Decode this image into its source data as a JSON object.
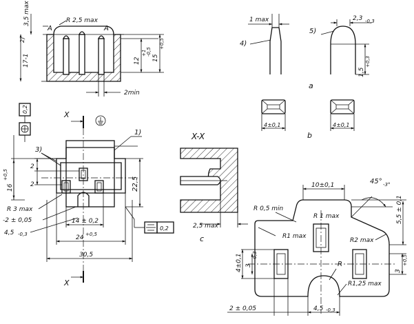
{
  "top_view": {
    "dim_height_max": "3,5 max",
    "section_letter_left": "A",
    "section_letter_right": "A",
    "dim_radius": "R 2,5 max",
    "note_2": "2)",
    "dim_17": "17-1",
    "dim_12": "12",
    "dim_12_tol": "+1\n-0,5",
    "dim_15": "15",
    "dim_15_tol": "+0,5",
    "dim_2min": "2min"
  },
  "pin_detail_a": {
    "dim_1max": "1 max",
    "ref_4": "4)",
    "ref_5": "5)",
    "dim_2_3": "2,3",
    "dim_2_3_tol": "-0,3",
    "dim_1_5": "1,5",
    "dim_1_5_tol": "+0,3",
    "label": "a"
  },
  "detail_b": {
    "dim_left": "4±0,1",
    "dim_right": "4±0,1",
    "label": "b"
  },
  "front_view": {
    "tol_flatness": "0,2",
    "section_mark_top": "X",
    "section_mark_bottom": "X",
    "note_1": "1)",
    "note_3": "3)",
    "dim_2_upper": "2",
    "dim_2_lower": "2",
    "dim_16": "16",
    "dim_16_tol": "+0,5",
    "dim_22_5": "22,5",
    "dim_r3": "R 3 max",
    "dim_2_005": "-2 ± 0,05",
    "dim_4_5": "4,5",
    "dim_4_5_tol": "-0,3",
    "dim_14": "14 ± 0,2",
    "dim_24": "24",
    "dim_24_tol": "+0,5",
    "dim_30_5": "30,5",
    "tol_symmetry": "0,2"
  },
  "section_xx": {
    "title": "X-X",
    "dim_2_5": "2,5 max",
    "label": "c"
  },
  "outline_view": {
    "dim_10": "10±0,1",
    "dim_angle": "45°",
    "dim_angle_tol": "-3°",
    "dim_r05": "R 0,5 min",
    "dim_r1_top": "R 1 max",
    "dim_r1_left": "R1 max",
    "dim_r2": "R2 max",
    "dim_5_5": "5,5 ± 0,1",
    "dim_r": "R",
    "dim_r125": "R1,25 max",
    "dim_4_left": "4±0,1",
    "dim_3_left": "3",
    "dim_3_left_tol": "-0,3",
    "dim_3_right": "3",
    "dim_3_right_tol": "+0,5",
    "dim_2_bottom": "2 ± 0,05",
    "dim_4_5_bottom": "4,5",
    "dim_4_5_bottom_tol": "-0,3"
  }
}
